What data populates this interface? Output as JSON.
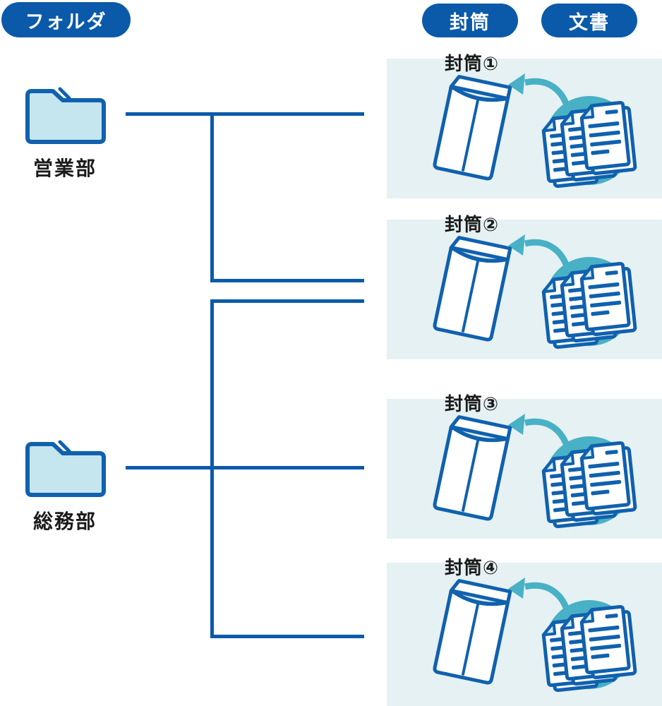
{
  "legend": {
    "folder_label": "フォルダ",
    "envelope_label": "封筒",
    "document_label": "文書"
  },
  "folders": [
    {
      "name": "営業部"
    },
    {
      "name": "総務部"
    }
  ],
  "envelopes": [
    {
      "label": "封筒①"
    },
    {
      "label": "封筒②"
    },
    {
      "label": "封筒③"
    },
    {
      "label": "封筒④"
    }
  ],
  "connections": [
    {
      "from": "営業部",
      "to": "封筒①"
    },
    {
      "from": "営業部",
      "to": "封筒②"
    },
    {
      "from": "総務部",
      "to": "封筒②"
    },
    {
      "from": "総務部",
      "to": "封筒③"
    },
    {
      "from": "総務部",
      "to": "封筒④"
    }
  ],
  "icons": {
    "folder": "folder-icon",
    "envelope": "envelope-icon",
    "documents": "documents-stack-icon",
    "arrow": "curved-arrow-icon"
  },
  "colors": {
    "badge_blue": "#0b5aa9",
    "stroke_blue": "#1061ae",
    "panel_bg": "#e6f1f3",
    "teal": "#48b1c5",
    "folder_fill": "#c5e5ef",
    "fold_fill": "#cde9f4",
    "text_dark": "#1b1b1b",
    "canvas_bg": "#ffffff"
  }
}
